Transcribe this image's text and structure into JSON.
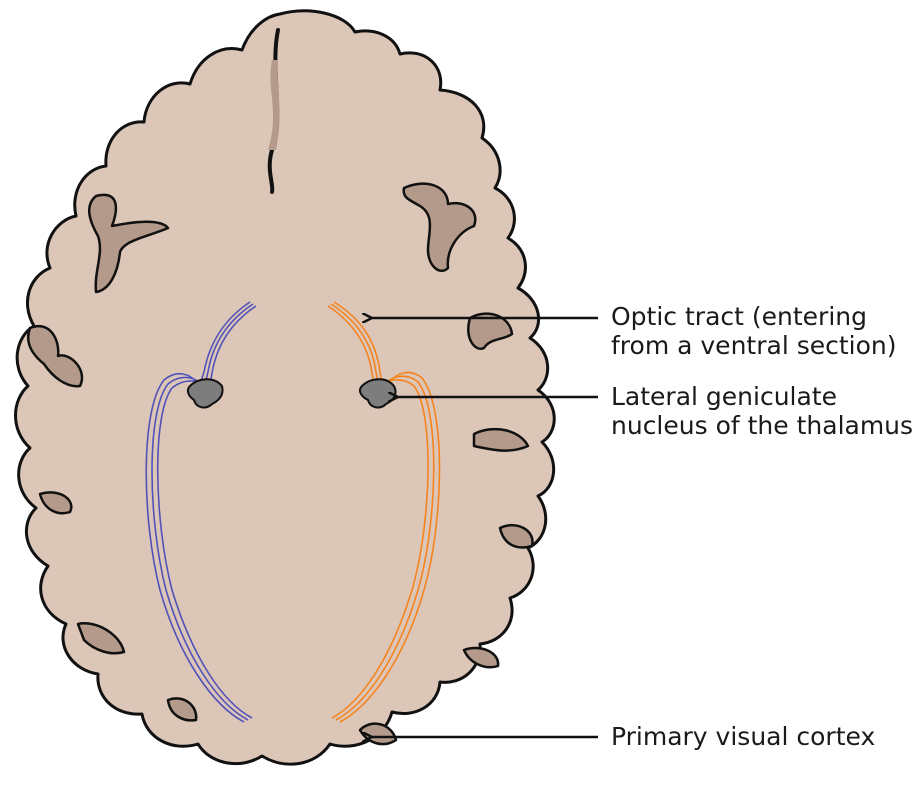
{
  "labels": {
    "optic_tract": [
      "Optic tract (entering",
      "from a ventral section)"
    ],
    "lgn": [
      "Lateral geniculate",
      "nucleus of the thalamus"
    ],
    "cortex": [
      "Primary visual cortex"
    ]
  },
  "colors": {
    "brain_fill": "#dcc6b8",
    "sulcus_fill": "#b39a8a",
    "outline": "#111111",
    "left_pathway": "#5152b8",
    "right_pathway": "#f5841f",
    "nucleus": "#7d7d7d",
    "arrow": "#111111"
  }
}
